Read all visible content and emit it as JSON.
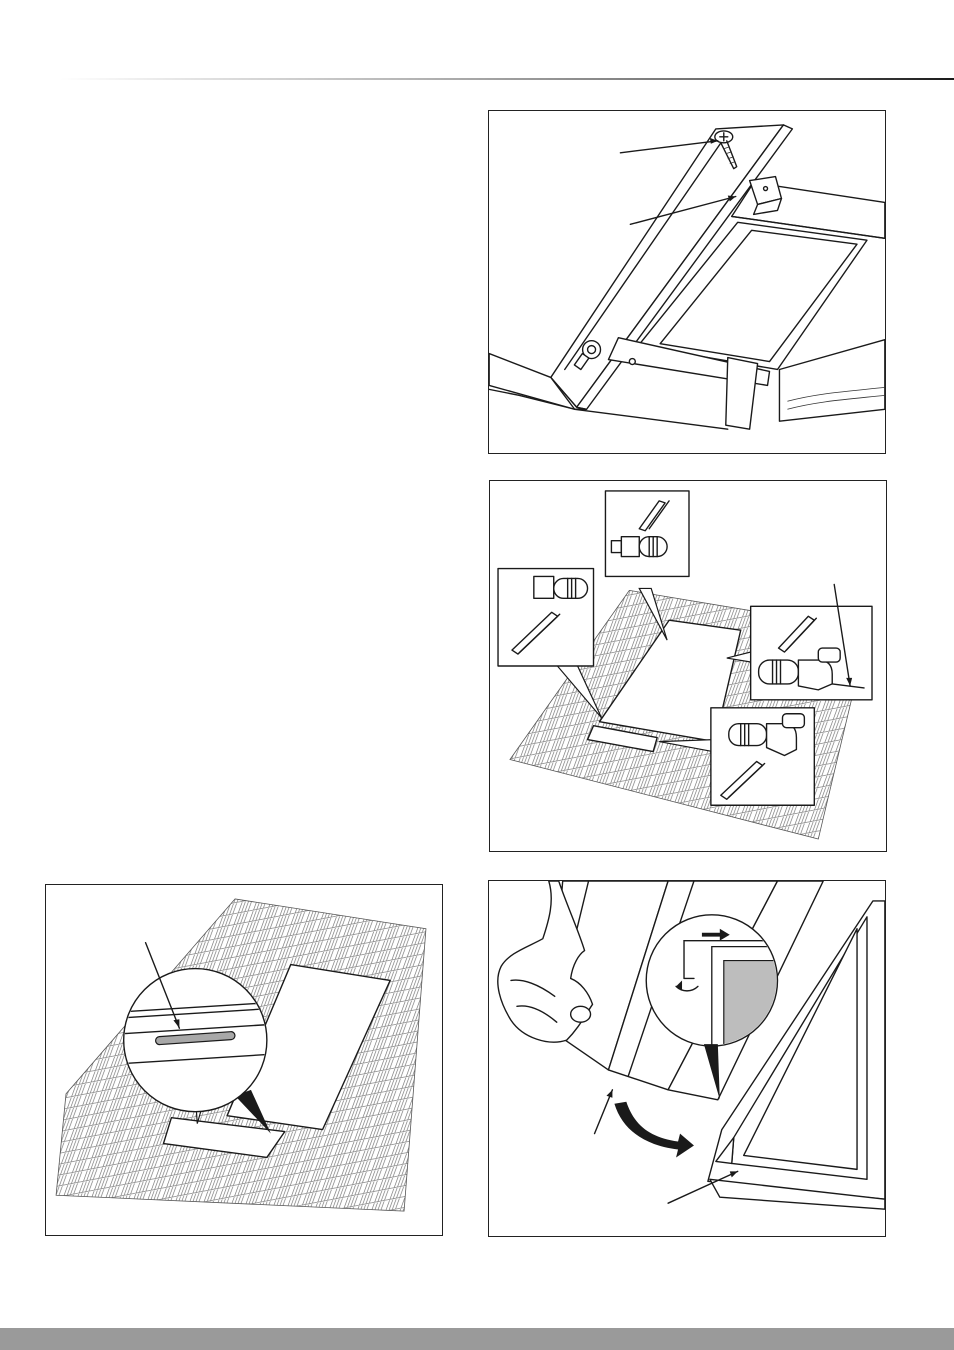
{
  "page": {
    "header_rule": "header-divider",
    "footer_bar": "footer-band"
  },
  "figures": [
    {
      "id": "screw-bracket",
      "icons": [
        "screw-icon",
        "bracket-icon"
      ]
    },
    {
      "id": "pipe-fittings",
      "icons": [
        "straight-connector-icon",
        "elbow-connector-icon",
        "clip-icon"
      ]
    },
    {
      "id": "seal-strip",
      "icons": [
        "seal-strip-icon"
      ]
    },
    {
      "id": "frame-flashing",
      "icons": [
        "hand-icon",
        "arrow-right-icon",
        "rotate-arrow-icon"
      ]
    }
  ],
  "colors": {
    "line": "#1a1a1a",
    "footer": "#9a9a9a",
    "detail_fill": "#bdbdbd"
  }
}
